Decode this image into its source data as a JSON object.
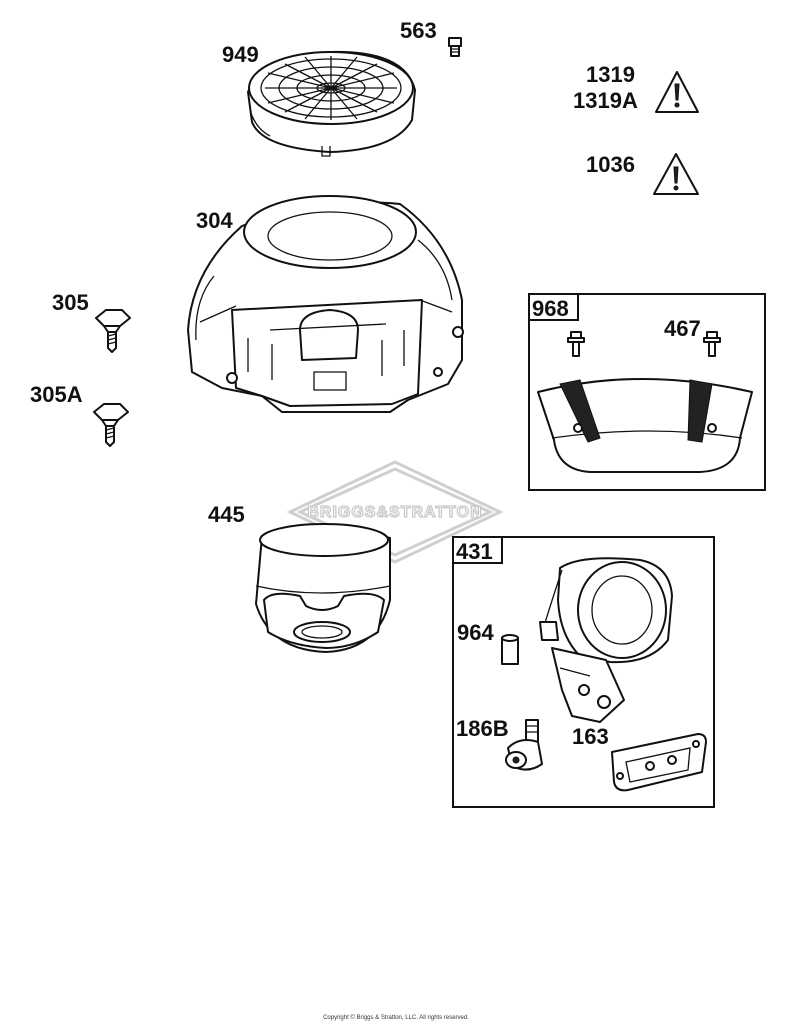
{
  "labels": {
    "p949": "949",
    "p563": "563",
    "p1319": "1319",
    "p1319a": "1319A",
    "p1036": "1036",
    "p304": "304",
    "p305": "305",
    "p305a": "305A",
    "p968": "968",
    "p467": "467",
    "p445": "445",
    "p431": "431",
    "p964": "964",
    "p186b": "186B",
    "p163": "163"
  },
  "watermark": "BRIGGS&STRATTON",
  "copyright": "Copyright © Briggs & Stratton, LLC. All rights reserved.",
  "colors": {
    "line": "#111111",
    "watermark": "#cfcfcf"
  },
  "icons": [
    "warning-triangle-icon"
  ]
}
